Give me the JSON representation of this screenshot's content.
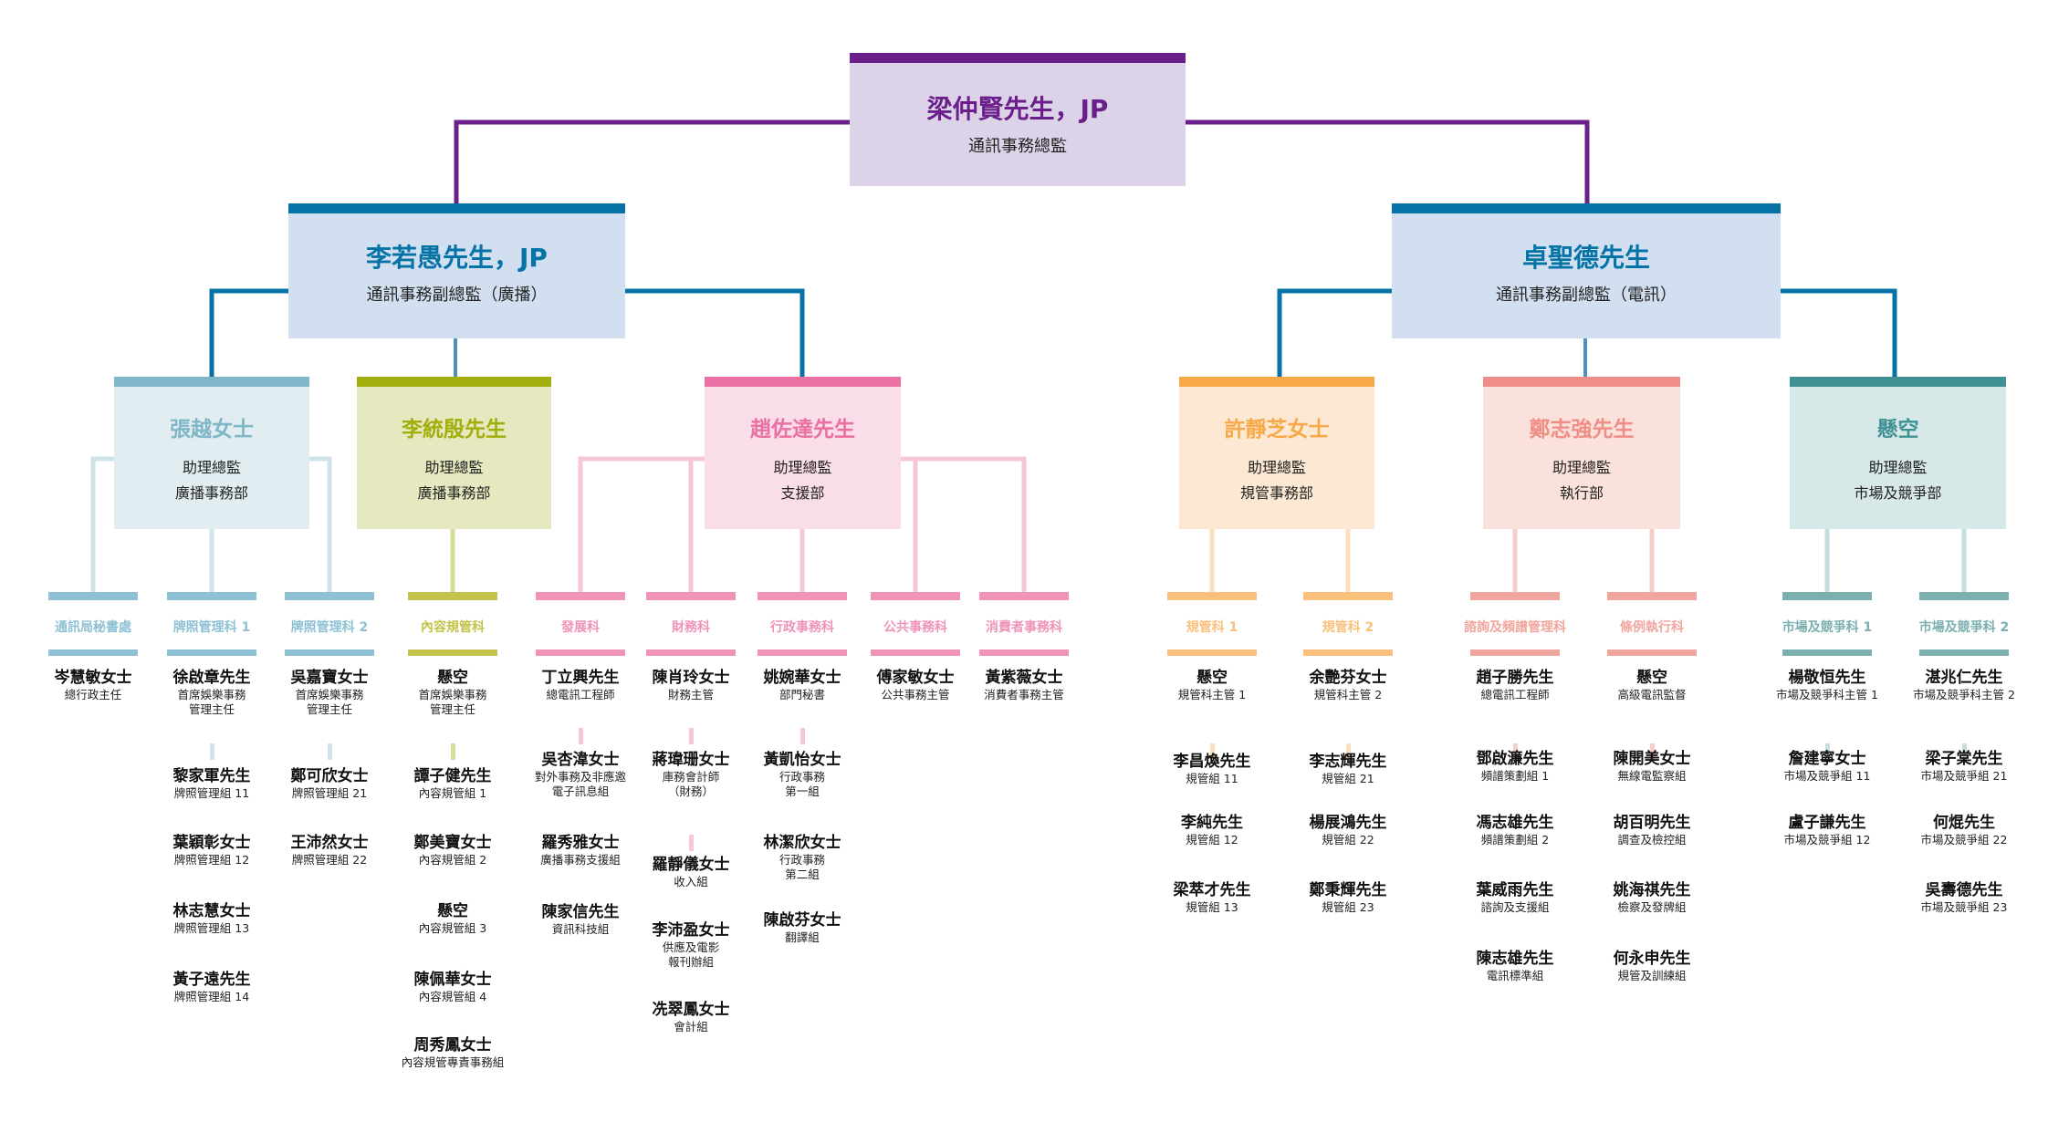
{
  "director": {
    "name": "梁仲賢先生，JP",
    "title": "通訊事務總監",
    "color": "#6a1f8a",
    "bg": "#ddd3e8"
  },
  "deputies": [
    {
      "name": "李若愚先生，JP",
      "title": "通訊事務副總監（廣播）",
      "color": "#0573a6",
      "bg": "#d1dff0",
      "assistants": [
        {
          "name": "張越女士",
          "role": "助理總監",
          "dept": "廣播事務部",
          "color": "#7fb6c8",
          "bg": "#e1edf0",
          "light": "#8fc1d4",
          "line": "#cfe3ea",
          "sections": [
            {
              "name": "通訊局秘書處",
              "staff": [
                {
                  "name": "岑慧敏女士",
                  "title": "總行政主任"
                }
              ]
            },
            {
              "name": "牌照管理科 1",
              "staff": [
                {
                  "name": "徐啟章先生",
                  "title": "首席娛樂事務\n管理主任"
                },
                {
                  "name": "黎家軍先生",
                  "title": "牌照管理組 11"
                },
                {
                  "name": "葉穎彰女士",
                  "title": "牌照管理組 12"
                },
                {
                  "name": "林志慧女士",
                  "title": "牌照管理組 13"
                },
                {
                  "name": "黃子遠先生",
                  "title": "牌照管理組 14"
                }
              ]
            },
            {
              "name": "牌照管理科 2",
              "staff": [
                {
                  "name": "吳嘉寶女士",
                  "title": "首席娛樂事務\n管理主任"
                },
                {
                  "name": "鄭可欣女士",
                  "title": "牌照管理組 21"
                },
                {
                  "name": "王沛然女士",
                  "title": "牌照管理組 22"
                }
              ]
            }
          ]
        },
        {
          "name": "李統殷先生",
          "role": "助理總監",
          "dept": "廣播事務部",
          "color": "#a2ae0c",
          "bg": "#e6e9c0",
          "light": "#c3c24a",
          "line": "#d8dc9a",
          "sections": [
            {
              "name": "內容規管科",
              "staff": [
                {
                  "name": "懸空",
                  "title": "首席娛樂事務\n管理主任"
                },
                {
                  "name": "譚子健先生",
                  "title": "內容規管組 1"
                },
                {
                  "name": "鄭美寶女士",
                  "title": "內容規管組 2"
                },
                {
                  "name": "懸空",
                  "title": "內容規管組 3"
                },
                {
                  "name": "陳佩華女士",
                  "title": "內容規管組 4"
                },
                {
                  "name": "周秀鳳女士",
                  "title": "內容規管專責事務組"
                }
              ]
            }
          ]
        },
        {
          "name": "趙佐達先生",
          "role": "助理總監",
          "dept": "支援部",
          "color": "#ea6fa2",
          "bg": "#f9dde9",
          "light": "#ef93b9",
          "line": "#f6c6da",
          "sections": [
            {
              "name": "發展科",
              "staff": [
                {
                  "name": "丁立興先生",
                  "title": "總電訊工程師"
                },
                {
                  "name": "吳杏湋女士",
                  "title": "對外事務及非應邀\n電子訊息組"
                },
                {
                  "name": "羅秀雅女士",
                  "title": "廣播事務支援組"
                },
                {
                  "name": "陳家信先生",
                  "title": "資訊科技組"
                }
              ]
            },
            {
              "name": "財務科",
              "staff": [
                {
                  "name": "陳肖玲女士",
                  "title": "財務主管"
                },
                {
                  "name": "蔣瑋珊女士",
                  "title": "庫務會計師\n（財務）"
                },
                {
                  "name": "羅靜儀女士",
                  "title": "收入組"
                },
                {
                  "name": "李沛盈女士",
                  "title": "供應及電影\n報刊辦組"
                },
                {
                  "name": "冼翠鳳女士",
                  "title": "會計組"
                }
              ]
            },
            {
              "name": "行政事務科",
              "staff": [
                {
                  "name": "姚婉華女士",
                  "title": "部門秘書"
                },
                {
                  "name": "黃凱怡女士",
                  "title": "行政事務\n第一組"
                },
                {
                  "name": "林潔欣女士",
                  "title": "行政事務\n第二組"
                },
                {
                  "name": "陳啟芬女士",
                  "title": "翻譯組"
                }
              ]
            },
            {
              "name": "公共事務科",
              "staff": [
                {
                  "name": "傅家敏女士",
                  "title": "公共事務主管"
                }
              ]
            },
            {
              "name": "消費者事務科",
              "staff": [
                {
                  "name": "黃紫薇女士",
                  "title": "消費者事務主管"
                }
              ]
            }
          ]
        }
      ]
    },
    {
      "name": "卓聖德先生",
      "title": "通訊事務副總監（電訊）",
      "color": "#0573a6",
      "bg": "#d1dff0",
      "assistants": [
        {
          "name": "許靜芝女士",
          "role": "助理總監",
          "dept": "規管事務部",
          "color": "#f7a94a",
          "bg": "#fde9d3",
          "light": "#fac07c",
          "line": "#fbe0bd",
          "sections": [
            {
              "name": "規管科 1",
              "staff": [
                {
                  "name": "懸空",
                  "title": "規管科主管 1"
                },
                {
                  "name": "李昌煥先生",
                  "title": "規管組 11"
                },
                {
                  "name": "李純先生",
                  "title": "規管組 12"
                },
                {
                  "name": "梁萃才先生",
                  "title": "規管組 13"
                }
              ]
            },
            {
              "name": "規管科 2",
              "staff": [
                {
                  "name": "余艷芬女士",
                  "title": "規管科主管 2"
                },
                {
                  "name": "李志輝先生",
                  "title": "規管組 21"
                },
                {
                  "name": "楊展鴻先生",
                  "title": "規管組 22"
                },
                {
                  "name": "鄭秉輝先生",
                  "title": "規管組 23"
                }
              ]
            }
          ]
        },
        {
          "name": "鄭志強先生",
          "role": "助理總監",
          "dept": "執行部",
          "color": "#ef8e86",
          "bg": "#fbe1dc",
          "light": "#f0a59d",
          "line": "#f6cdc7",
          "sections": [
            {
              "name": "諮詢及頻譜管理科",
              "staff": [
                {
                  "name": "趙子勝先生",
                  "title": "總電訊工程師"
                },
                {
                  "name": "鄧啟濂先生",
                  "title": "頻譜策劃組 1"
                },
                {
                  "name": "馮志雄先生",
                  "title": "頻譜策劃組 2"
                },
                {
                  "name": "葉威雨先生",
                  "title": "諮詢及支援組"
                },
                {
                  "name": "陳志雄先生",
                  "title": "電訊標準組"
                }
              ]
            },
            {
              "name": "條例執行科",
              "staff": [
                {
                  "name": "懸空",
                  "title": "高級電訊監督"
                },
                {
                  "name": "陳開美女士",
                  "title": "無線電監察組"
                },
                {
                  "name": "胡百明先生",
                  "title": "調查及檢控組"
                },
                {
                  "name": "姚海祺先生",
                  "title": "檢察及發牌組"
                },
                {
                  "name": "何永申先生",
                  "title": "規管及訓練組"
                }
              ]
            }
          ]
        },
        {
          "name": "懸空",
          "role": "助理總監",
          "dept": "市場及競爭部",
          "color": "#3f9194",
          "bg": "#d6e8e7",
          "light": "#7bafb0",
          "line": "#c6dedd",
          "sections": [
            {
              "name": "市場及競爭科 1",
              "staff": [
                {
                  "name": "楊敬恒先生",
                  "title": "市場及競爭科主管 1"
                },
                {
                  "name": "詹建寧女士",
                  "title": "市場及競爭組 11"
                },
                {
                  "name": "盧子謙先生",
                  "title": "市場及競爭組 12"
                }
              ]
            },
            {
              "name": "市場及競爭科 2",
              "staff": [
                {
                  "name": "湛兆仁先生",
                  "title": "市場及競爭科主管 2"
                },
                {
                  "name": "梁子棠先生",
                  "title": "市場及競爭組 21"
                },
                {
                  "name": "何焜先生",
                  "title": "市場及競爭組 22"
                },
                {
                  "name": "吳壽德先生",
                  "title": "市場及競爭組 23"
                }
              ]
            }
          ]
        }
      ]
    }
  ]
}
